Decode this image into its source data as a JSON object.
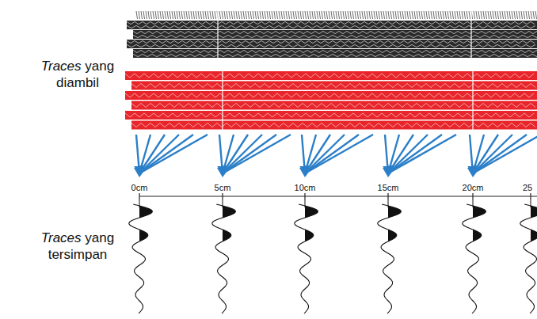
{
  "diagram": {
    "labels": [
      "Traces yang diambil",
      "0cm",
      "5cm",
      "10cm",
      "15cm",
      "20cm",
      "25",
      "Traces yang tersimpan"
    ]
  }
}
